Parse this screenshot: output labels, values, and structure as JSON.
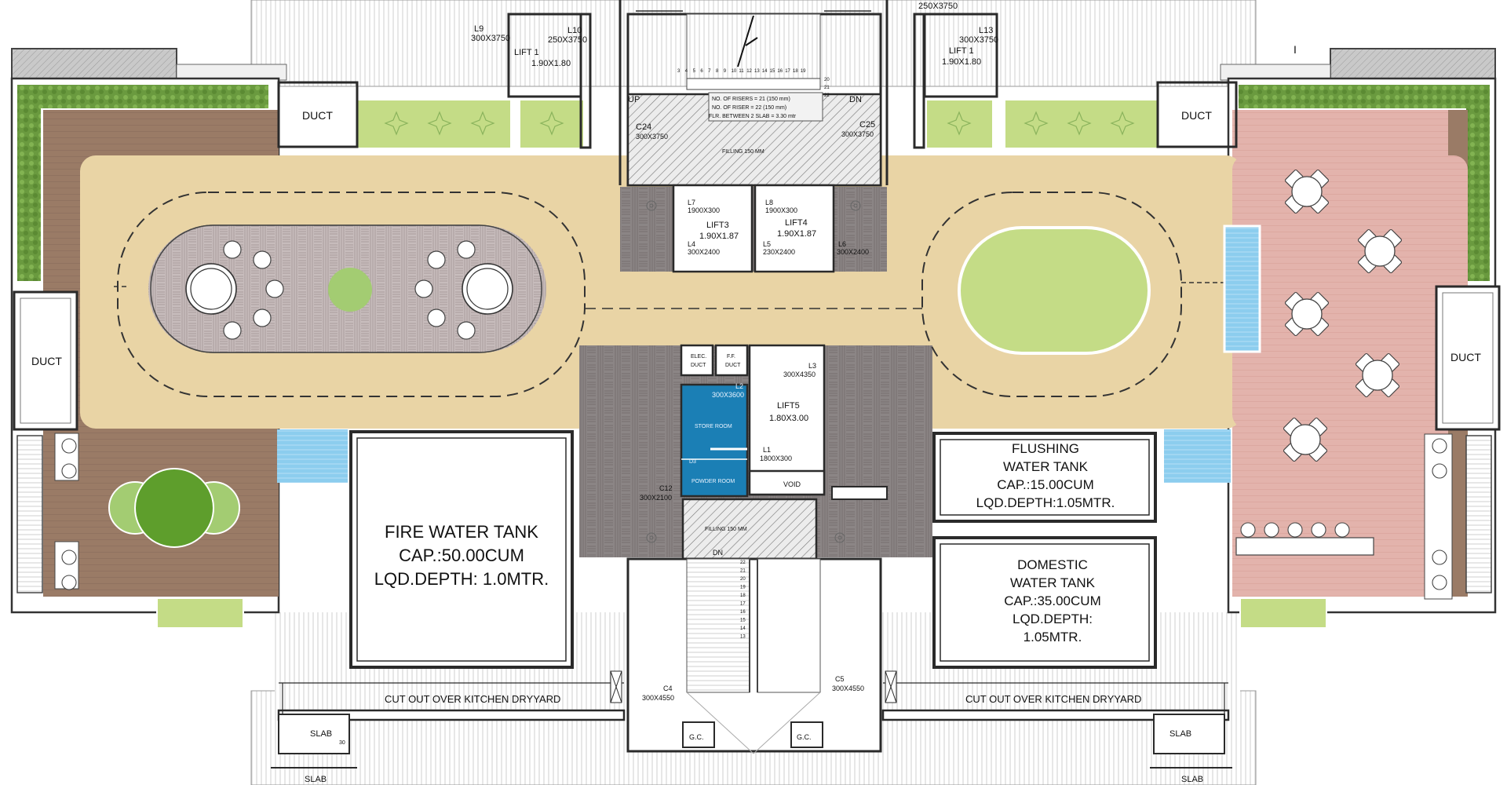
{
  "labels": {
    "duct_tl": "DUCT",
    "duct_tr": "DUCT",
    "duct_l": "DUCT",
    "duct_r": "DUCT",
    "lift1_left": "LIFT 1",
    "lift1_left_size": "1.90X1.80",
    "lift1_right": "LIFT 1",
    "lift1_right_size": "1.90X1.80",
    "l9": "L9",
    "l9_size": "300X3750",
    "l10": "L10",
    "l10_size": "250X3750",
    "l13": "L13",
    "l13_size": "300X3750",
    "top_dim": "250X3750",
    "c24": "C24",
    "c24_size": "300X3750",
    "c25": "C25",
    "c25_size": "300X3750",
    "up": "UP",
    "dn_top": "DN",
    "stair_note_1": "NO. OF RISERS = 21 (150 mm)",
    "stair_note_2": "NO. OF RISER = 22 (150 mm)",
    "stair_note_3": "FLR. BETWEEN 2 SLAB = 3.30 mtr",
    "filling_top": "FILLING 150 MM",
    "l7": "L7",
    "l7_size": "1900X300",
    "lift3": "LIFT3",
    "lift3_size": "1.90X1.87",
    "l4": "L4",
    "l4_size": "300X2400",
    "l8": "L8",
    "l8_size": "1900X300",
    "lift4": "LIFT4",
    "lift4_size": "1.90X1.87",
    "l5": "L5",
    "l5_size": "230X2400",
    "l6": "L6",
    "l6_size": "300X2400",
    "elec_duct_1": "ELEC.",
    "elec_duct_2": "DUCT",
    "ff_duct_1": "F.F.",
    "ff_duct_2": "DUCT",
    "l2": "L2",
    "l2_size": "300X3600",
    "store_room": "STORE ROOM",
    "d3": "D3",
    "powder_room": "POWDER ROOM",
    "l3": "L3",
    "l3_size": "300X4350",
    "lift5": "LIFT5",
    "lift5_size": "1.80X3.00",
    "l1": "L1",
    "l1_size": "1800X300",
    "void": "VOID",
    "c12": "C12",
    "c12_size": "300X2100",
    "filling_mid": "FILLING 150 MM",
    "dn_mid": "DN",
    "c4": "C4",
    "c4_size": "300X4550",
    "c5": "C5",
    "c5_size": "300X4550",
    "gc_left": "G.C.",
    "gc_right": "G.C.",
    "fire_tank_1": "FIRE WATER TANK",
    "fire_tank_2": "CAP.:50.00CUM",
    "fire_tank_3": "LQD.DEPTH: 1.0MTR.",
    "flush_tank_1": "FLUSHING",
    "flush_tank_2": "WATER TANK",
    "flush_tank_3": "CAP.:15.00CUM",
    "flush_tank_4": "LQD.DEPTH:1.05MTR.",
    "dom_tank_1": "DOMESTIC",
    "dom_tank_2": "WATER TANK",
    "dom_tank_3": "CAP.:35.00CUM",
    "dom_tank_4": "LQD.DEPTH:",
    "dom_tank_5": "1.05MTR.",
    "cutout_left": "CUT OUT OVER KITCHEN DRYYARD",
    "cutout_right": "CUT OUT OVER KITCHEN DRYYARD",
    "slab_l1": "SLAB",
    "slab_l1_dim": "30",
    "slab_l2": "SLAB",
    "slab_r1": "SLAB",
    "slab_r2": "SLAB",
    "mark": "I"
  },
  "stair_top_numbers": [
    "3",
    "4",
    "5",
    "6",
    "7",
    "8",
    "9",
    "10",
    "11",
    "12",
    "13",
    "14",
    "15",
    "16",
    "17",
    "18",
    "19"
  ],
  "stair_top_right_numbers": [
    "20",
    "21",
    "22"
  ],
  "stair_bottom_numbers": [
    "22",
    "21",
    "20",
    "19",
    "18",
    "17",
    "16",
    "15",
    "14",
    "13"
  ],
  "colors": {
    "deck_beige": "#e9d4a5",
    "wood_brown": "#9a7b66",
    "pink_deck": "#e3b3ac",
    "lawn_green": "#c4dc86",
    "planter_green": "#a3cc72",
    "hedge_green": "#6a9a3f",
    "water_blue": "#8ccdee",
    "paving_grey": "#8f8989",
    "lobby_grey": "#857e7e",
    "store_blue": "#1b7fb5",
    "dark_tree": "#5e9e2c",
    "wall": "#2a2a2a"
  },
  "icons": [
    "tree-icon",
    "table-set-icon",
    "dining-chair-icon",
    "stool-icon",
    "light-fixture-icon"
  ]
}
